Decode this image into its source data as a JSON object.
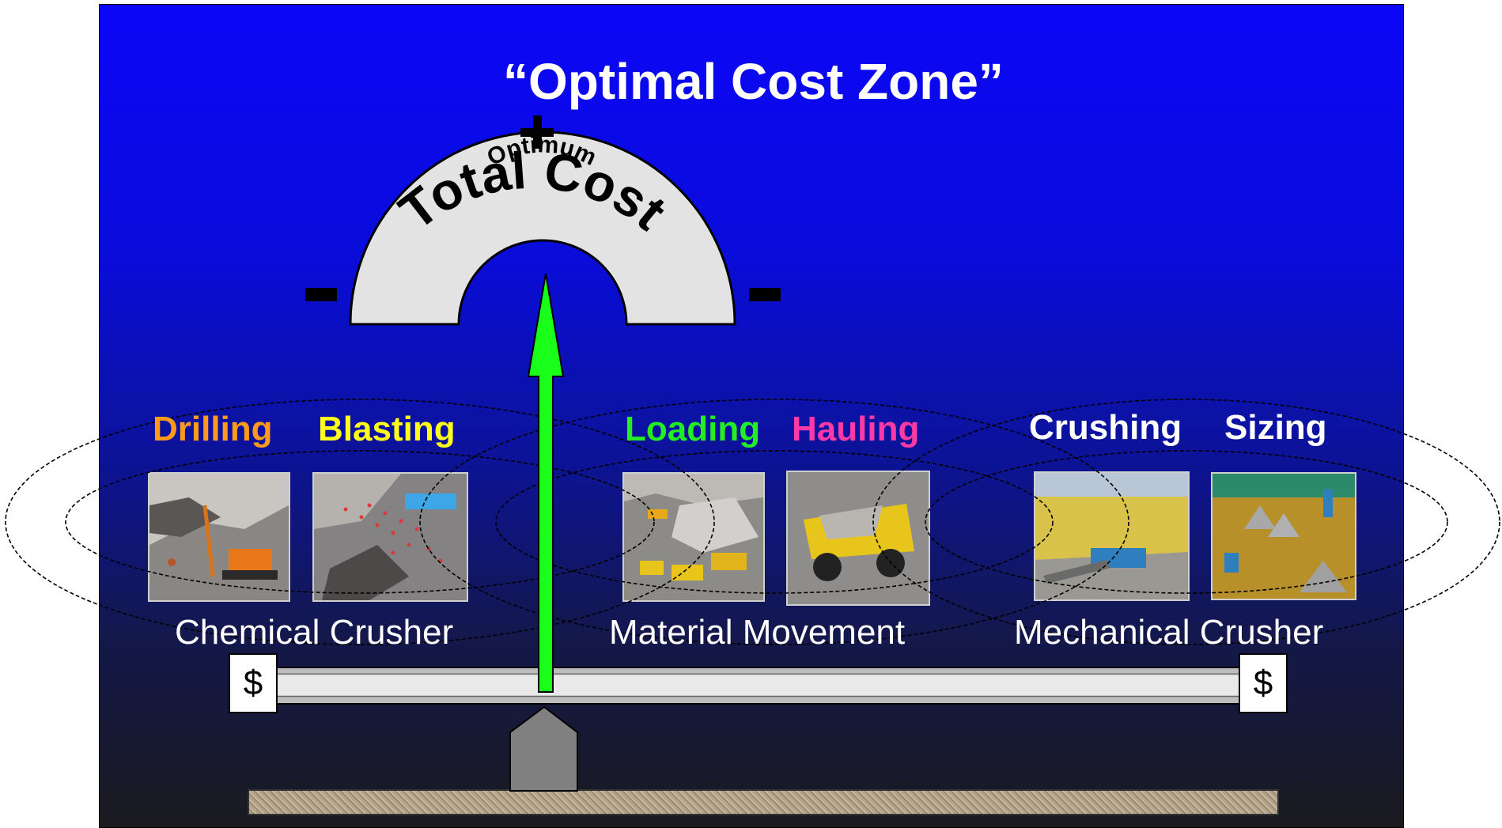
{
  "title": "“Optimal Cost  Zone”",
  "gauge": {
    "label": "Total Cost",
    "optimum_label": "Optimum",
    "plus_symbol": "+",
    "minus_symbol": "-"
  },
  "groups": [
    {
      "category": "Chemical Crusher",
      "processes": [
        {
          "label": "Drilling",
          "color": "#ff9a1a"
        },
        {
          "label": "Blasting",
          "color": "#ffff1a"
        }
      ]
    },
    {
      "category": "Material Movement",
      "processes": [
        {
          "label": "Loading",
          "color": "#22ee22"
        },
        {
          "label": "Hauling",
          "color": "#ff3aa6"
        }
      ]
    },
    {
      "category": "Mechanical  Crusher",
      "processes": [
        {
          "label": "Crushing",
          "color": "#ffffff"
        },
        {
          "label": "Sizing",
          "color": "#ffffff"
        }
      ]
    }
  ],
  "scale": {
    "left_label": "$",
    "right_label": "$"
  },
  "colors": {
    "background_top": "#0b06f7",
    "background_bottom": "#1a1a1e",
    "arrow": "#1aff1a",
    "arch": "#e3e3e3"
  },
  "icons": [
    "drilling-photo",
    "blasting-photo",
    "loading-photo",
    "hauling-photo",
    "crushing-photo",
    "sizing-photo"
  ]
}
